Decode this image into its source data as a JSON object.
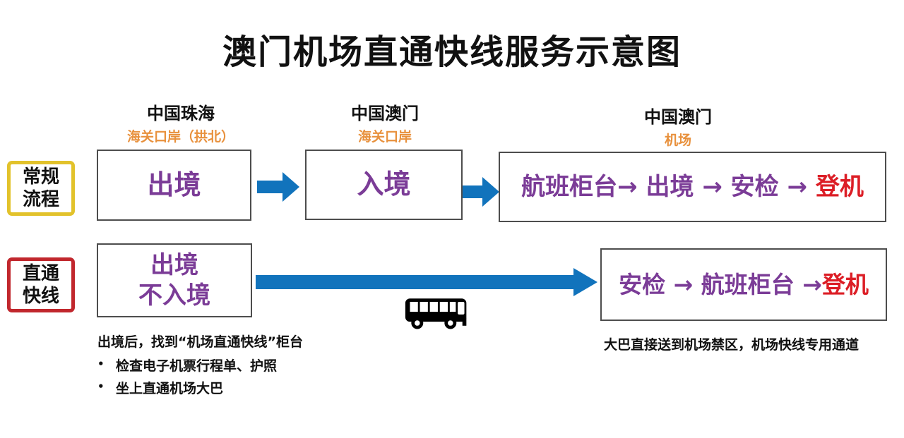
{
  "title": "澳门机场直通快线服务示意图",
  "columns": [
    {
      "region": "中国珠海",
      "place": "海关口岸（拱北）"
    },
    {
      "region": "中国澳门",
      "place": "海关口岸"
    },
    {
      "region": "中国澳门",
      "place": "机场"
    }
  ],
  "normal_flow": {
    "label_line1": "常规",
    "label_line2": "流程",
    "step1": "出境",
    "step2": "入境",
    "step3_main": "航班柜台→ 出境 → 安检 → ",
    "step3_final": "登机"
  },
  "express_flow": {
    "label_line1": "直通",
    "label_line2": "快线",
    "step1_line1": "出境",
    "step1_line2": "不入境",
    "step2_main": "安检 → 航班柜台 →",
    "step2_final": "登机"
  },
  "notes": {
    "left_title": "出境后，找到“机场直通快线”柜台",
    "bullet": "•",
    "left_bullets": [
      "检查电子机票行程单、护照",
      "坐上直通机场大巴"
    ],
    "right": "大巴直接送到机场禁区，机场快线专用通道"
  },
  "icons": {
    "bus": "bus-icon",
    "arrow": "arrow-right-icon"
  },
  "colors": {
    "purple_text": "#7B3C97",
    "red_text": "#DC1E26",
    "arrow_blue": "#1173BC",
    "yellow_border": "#E2C22B",
    "red_border": "#C1272D",
    "orange_text": "#E8913D"
  }
}
